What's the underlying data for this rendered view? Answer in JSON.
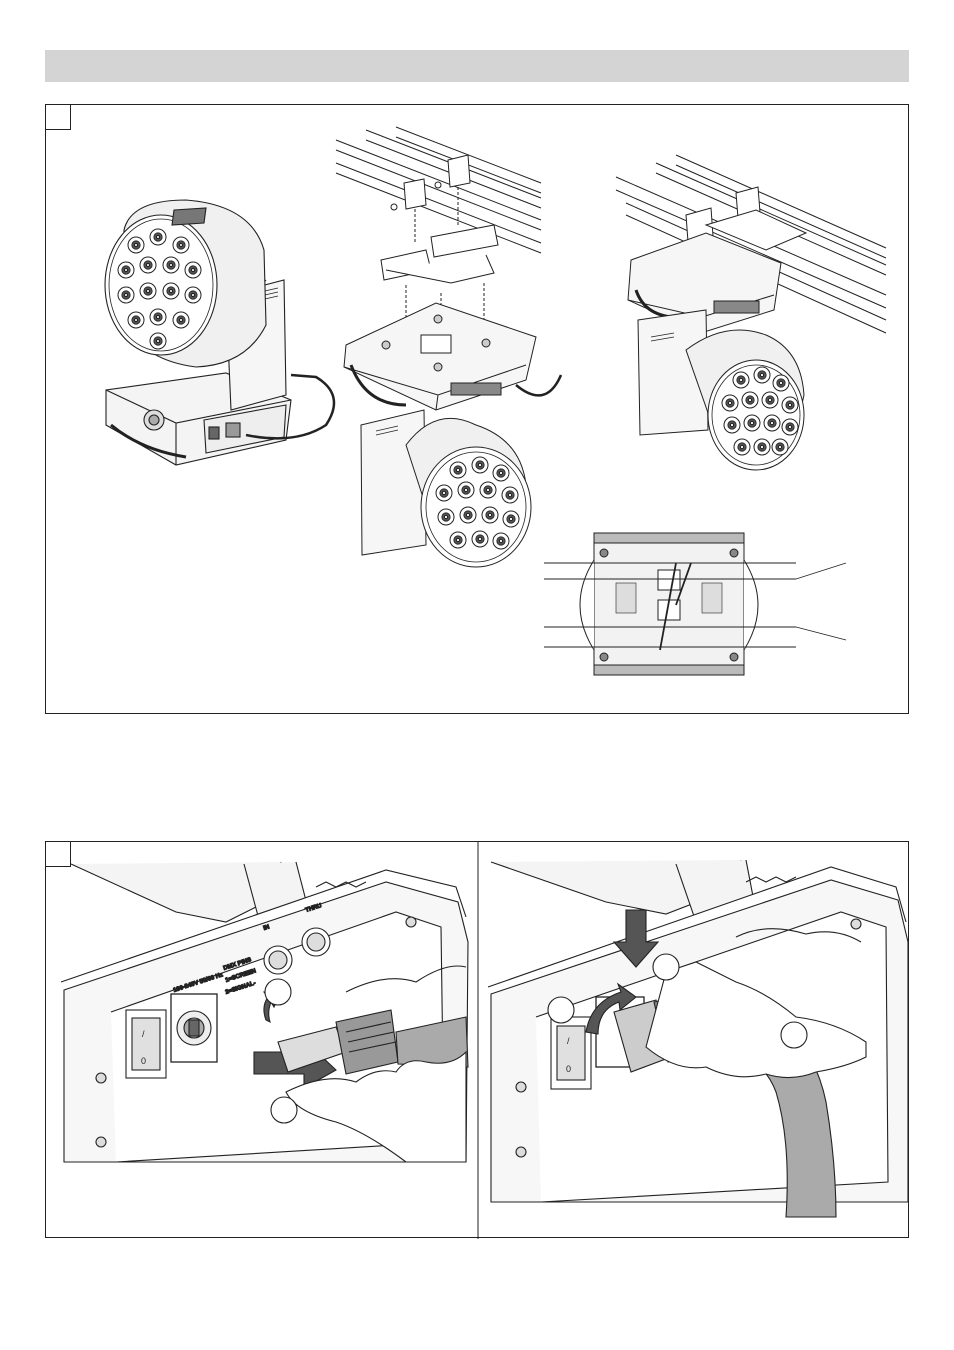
{
  "page": {
    "header_title": "",
    "figure1": {
      "number": ""
    },
    "figure2": {
      "number": ""
    },
    "panel_labels": {
      "power_rating": "100-240V 50/60 Hz",
      "dmx_pins": "DMX PINS",
      "pin1": "1=SCREEN",
      "pin2": "2=SIGNAL-",
      "thru": "THRU",
      "in": "IN"
    },
    "callouts": {
      "c1": "",
      "c2": "",
      "c3": "",
      "c4": "",
      "c5": ""
    }
  }
}
